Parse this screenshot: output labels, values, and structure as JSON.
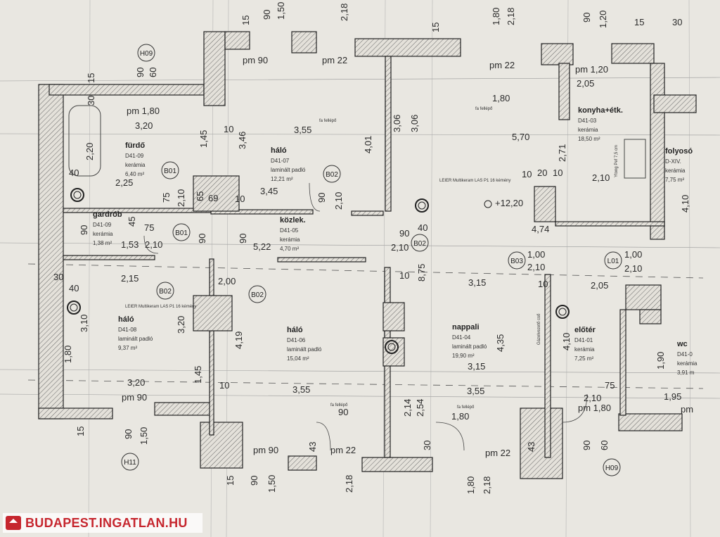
{
  "rooms": [
    {
      "name": "fürdő",
      "code": "D41-09",
      "floor": "kerámia",
      "area": "6,40 m²"
    },
    {
      "name": "háló",
      "code": "D41-07",
      "floor": "laminált padló",
      "area": "12,21 m²"
    },
    {
      "name": "gardrób",
      "code": "D41-09",
      "floor": "kerámia",
      "area": "1,38 m²"
    },
    {
      "name": "közlek.",
      "code": "D41-05",
      "floor": "kerámia",
      "area": "4,70 m²"
    },
    {
      "name": "háló",
      "code": "D41-08",
      "floor": "laminált padló",
      "area": "9,37 m²"
    },
    {
      "name": "háló",
      "code": "D41-06",
      "floor": "laminált padló",
      "area": "15,04 m²"
    },
    {
      "name": "nappali",
      "code": "D41-04",
      "floor": "laminált padló",
      "area": "19,90 m²"
    },
    {
      "name": "konyha+étk.",
      "code": "D41-03",
      "floor": "kerámia",
      "area": "18,50 m²"
    },
    {
      "name": "folyosó",
      "code": "D-XIV.",
      "floor": "kerámia",
      "area": "7,75 m²"
    },
    {
      "name": "előtér",
      "code": "D41-01",
      "floor": "kerámia",
      "area": "7,25 m²"
    },
    {
      "name": "wc",
      "code": "D41-0",
      "floor": "kerámia",
      "area": "3,91 m"
    }
  ],
  "dims": [
    "90",
    "1,50",
    "2,18",
    "15",
    "15",
    "1,80",
    "2,18",
    "90",
    "1,20",
    "15",
    "30",
    "90",
    "60",
    "15",
    "30",
    "pm 90",
    "pm 22",
    "pm 22",
    "pm 1,20",
    "2,05",
    "1,80",
    "pm 1,80",
    "3,20",
    "3,55",
    "5,70",
    "10",
    "3,46",
    "4,01",
    "3,06",
    "3,06",
    "2,71",
    "2,20",
    "1,45",
    "40",
    "2,25",
    "3,45",
    "2,10",
    "10",
    "20",
    "10",
    "4,74",
    "4,10",
    "75",
    "2,10",
    "69",
    "65",
    "10",
    "90",
    "2,10",
    "75",
    "45",
    "90",
    "1,53",
    "2,10",
    "90",
    "90",
    "5,22",
    "90",
    "2,10",
    "40",
    "1,00",
    "2,10",
    "1,00",
    "2,10",
    "2,15",
    "30",
    "2,00",
    "3,15",
    "2,05",
    "40",
    "3,10",
    "3,20",
    "4,19",
    "4,35",
    "4,10",
    "1,80",
    "3,15",
    "1,90",
    "1,45",
    "10",
    "3,55",
    "3,55",
    "3,20",
    "pm 90",
    "75",
    "2,10",
    "1,95",
    "pm 1,80",
    "pm",
    "90",
    "1,80",
    "2,14",
    "2,54",
    "15",
    "90",
    "1,50",
    "pm 90",
    "pm 22",
    "pm 22",
    "43",
    "43",
    "30",
    "90",
    "60",
    "15",
    "90",
    "1,50",
    "2,18",
    "1,80",
    "2,18",
    "8,75",
    "10",
    "10"
  ],
  "elevation": "+12,20",
  "markers": [
    "H09",
    "H11",
    "H09",
    "B01",
    "B01",
    "B02",
    "B02",
    "B02",
    "B02",
    "B03",
    "L01"
  ],
  "notes": [
    "fa fellépő",
    "fa fellépő",
    "fa fellépő",
    "fa fellépő",
    "LEIER Multikeram LAS P1 16 kémény",
    "LEIER Multikeram LAS P1 16 kémény",
    "Ytong Pef 7,5 cm",
    "Gázelvezető cső"
  ],
  "watermark": "BUDAPEST.INGATLAN.HU",
  "colors": {
    "paper": "#e9e7e1",
    "ink": "#2a2a2a",
    "brand": "#c6262e"
  }
}
